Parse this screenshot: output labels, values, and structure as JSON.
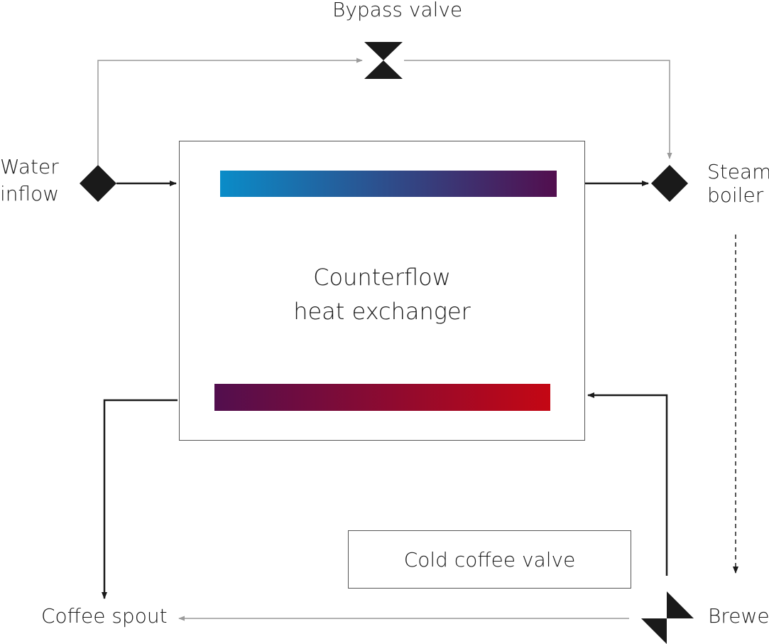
{
  "labels": {
    "bypass_valve": "Bypass valve",
    "water_inflow_line1": "Water",
    "water_inflow_line2": "inflow",
    "steam_boiler_line1": "Steam",
    "steam_boiler_line2": "boiler",
    "exchanger_line1": "Counterflow",
    "exchanger_line2": "heat exchanger",
    "cold_coffee_valve": "Cold coffee valve",
    "coffee_spout": "Coffee spout",
    "brewer": "Brewer"
  },
  "colors": {
    "cold": "#0a8cc8",
    "mid": "#520e4e",
    "hot": "#c40714",
    "line_dark": "#1a1a1a",
    "line_light": "#9a9a9a"
  },
  "icons": {
    "bypass_valve": "hourglass-valve-icon",
    "water_inflow": "diamond-node-icon",
    "steam_boiler": "diamond-node-icon",
    "brewer": "three-way-valve-icon"
  }
}
